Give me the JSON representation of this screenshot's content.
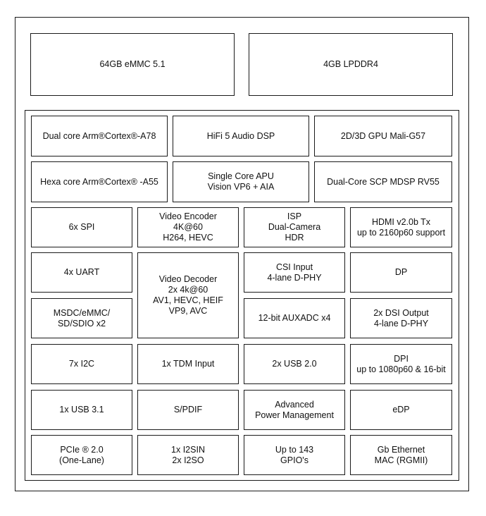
{
  "memory": {
    "emmc": "64GB eMMC 5.1",
    "lpddr": "4GB LPDDR4"
  },
  "cores": {
    "a78": "Dual core Arm®Cortex®-A78",
    "audio": "HiFi 5 Audio DSP",
    "gpu": "2D/3D GPU Mali-G57",
    "a55": "Hexa core Arm®Cortex® -A55",
    "apu": [
      "Single Core APU",
      "Vision VP6 + AIA"
    ],
    "scp": "Dual-Core SCP MDSP RV55"
  },
  "blocks": {
    "spi": "6x SPI",
    "video_encoder": [
      "Video Encoder",
      "4K@60",
      "H264, HEVC"
    ],
    "isp": [
      "ISP",
      "Dual-Camera",
      "HDR"
    ],
    "hdmi": [
      "HDMI v2.0b Tx",
      "up to 2160p60 support"
    ],
    "uart": "4x UART",
    "video_decoder": [
      "Video Decoder",
      "2x 4k@60",
      "AV1, HEVC, HEIF",
      "VP9, AVC"
    ],
    "csi": [
      "CSI Input",
      "4-lane D-PHY"
    ],
    "dp": "DP",
    "msdc": [
      "MSDC/eMMC/",
      "SD/SDIO x2"
    ],
    "auxadc": "12-bit AUXADC x4",
    "dsi": [
      "2x DSI Output",
      "4-lane D-PHY"
    ],
    "i2c": "7x I2C",
    "tdm": "1x TDM Input",
    "usb2": "2x USB 2.0",
    "dpi": [
      "DPI",
      "up to 1080p60 & 16-bit"
    ],
    "usb3": "1x USB 3.1",
    "spdif": "S/PDIF",
    "power": [
      "Advanced",
      "Power Management"
    ],
    "edp": "eDP",
    "pcie": [
      "PCIe ® 2.0",
      "(One-Lane)"
    ],
    "i2s": [
      "1x I2SIN",
      "2x I2SO"
    ],
    "gpio": [
      "Up to 143",
      "GPIO's"
    ],
    "ethernet": [
      "Gb Ethernet",
      "MAC (RGMII)"
    ]
  }
}
